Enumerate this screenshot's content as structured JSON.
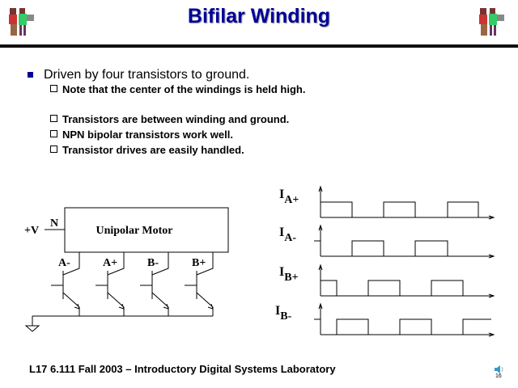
{
  "title": "Bifilar Winding",
  "bullet": "Driven by four transistors to ground.",
  "subs": [
    "Note that the center of the windings is held high.",
    "Transistors are between winding and ground.",
    "NPN bipolar transistors work well.",
    "Transistor drives are easily handled."
  ],
  "circuit": {
    "motor": "Unipolar Motor",
    "supply": "+V",
    "n": "N",
    "transistors": [
      "A-",
      "A+",
      "B-",
      "B+"
    ]
  },
  "waves": [
    {
      "label": "I",
      "sub": "A+"
    },
    {
      "label": "I",
      "sub": "A-"
    },
    {
      "label": "I",
      "sub": "B+"
    },
    {
      "label": "I",
      "sub": "B-"
    }
  ],
  "footer": "L17  6.111  Fall 2003 – Introductory Digital Systems Laboratory",
  "page": "16"
}
